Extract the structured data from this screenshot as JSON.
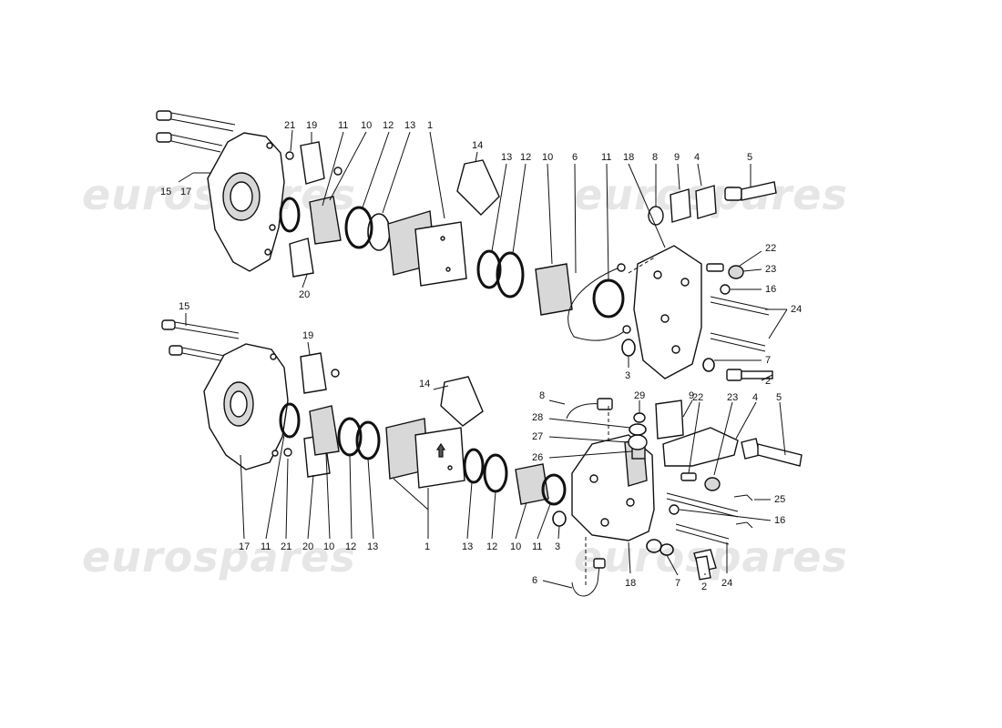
{
  "watermark": {
    "text": "eurospares",
    "color": "#e6e6e6"
  },
  "diagram": {
    "upper_labels": [
      "21",
      "19",
      "11",
      "10",
      "12",
      "13",
      "1",
      "14",
      "13",
      "12",
      "10",
      "6",
      "11",
      "18",
      "8",
      "9",
      "4",
      "5",
      "15",
      "17",
      "22",
      "23",
      "16",
      "24",
      "20",
      "7",
      "3",
      "2"
    ],
    "lower_labels": [
      "15",
      "19",
      "14",
      "8",
      "29",
      "9",
      "22",
      "23",
      "5",
      "28",
      "4",
      "27",
      "26",
      "25",
      "16",
      "17",
      "11",
      "21",
      "20",
      "10",
      "12",
      "13",
      "1",
      "13",
      "12",
      "10",
      "11",
      "3",
      "18",
      "7",
      "2",
      "24",
      "6"
    ]
  }
}
